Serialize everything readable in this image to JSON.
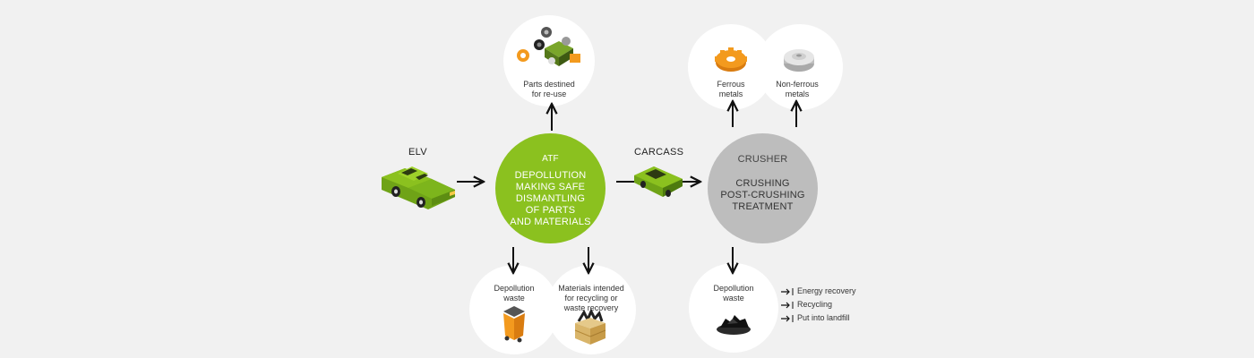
{
  "source": {
    "label": "ELV"
  },
  "atf": {
    "title": "ATF",
    "text": "DEPOLLUTION\nMAKING SAFE\nDISMANTLING\nOF PARTS\nAND MATERIALS"
  },
  "carcass": {
    "label": "CARCASS"
  },
  "crusher": {
    "title": "CRUSHER",
    "text": "CRUSHING\nPOST-CRUSHING\nTREATMENT"
  },
  "outputs": {
    "reuse": "Parts destined\nfor re-use",
    "depollution_waste_atf": "Depollution\nwaste",
    "recycling_materials": "Materials intended\nfor recycling or\nwaste recovery",
    "ferrous": "Ferrous\nmetals",
    "non_ferrous": "Non-ferrous\nmetals",
    "depollution_waste_crusher": "Depollution\nwaste"
  },
  "legend": [
    "Energy recovery",
    "Recycling",
    "Put into landfill"
  ],
  "colors": {
    "green": "#8bc11f",
    "grey": "#bdbdbd",
    "orange": "#f39a1e",
    "background": "#f1f1f1"
  }
}
